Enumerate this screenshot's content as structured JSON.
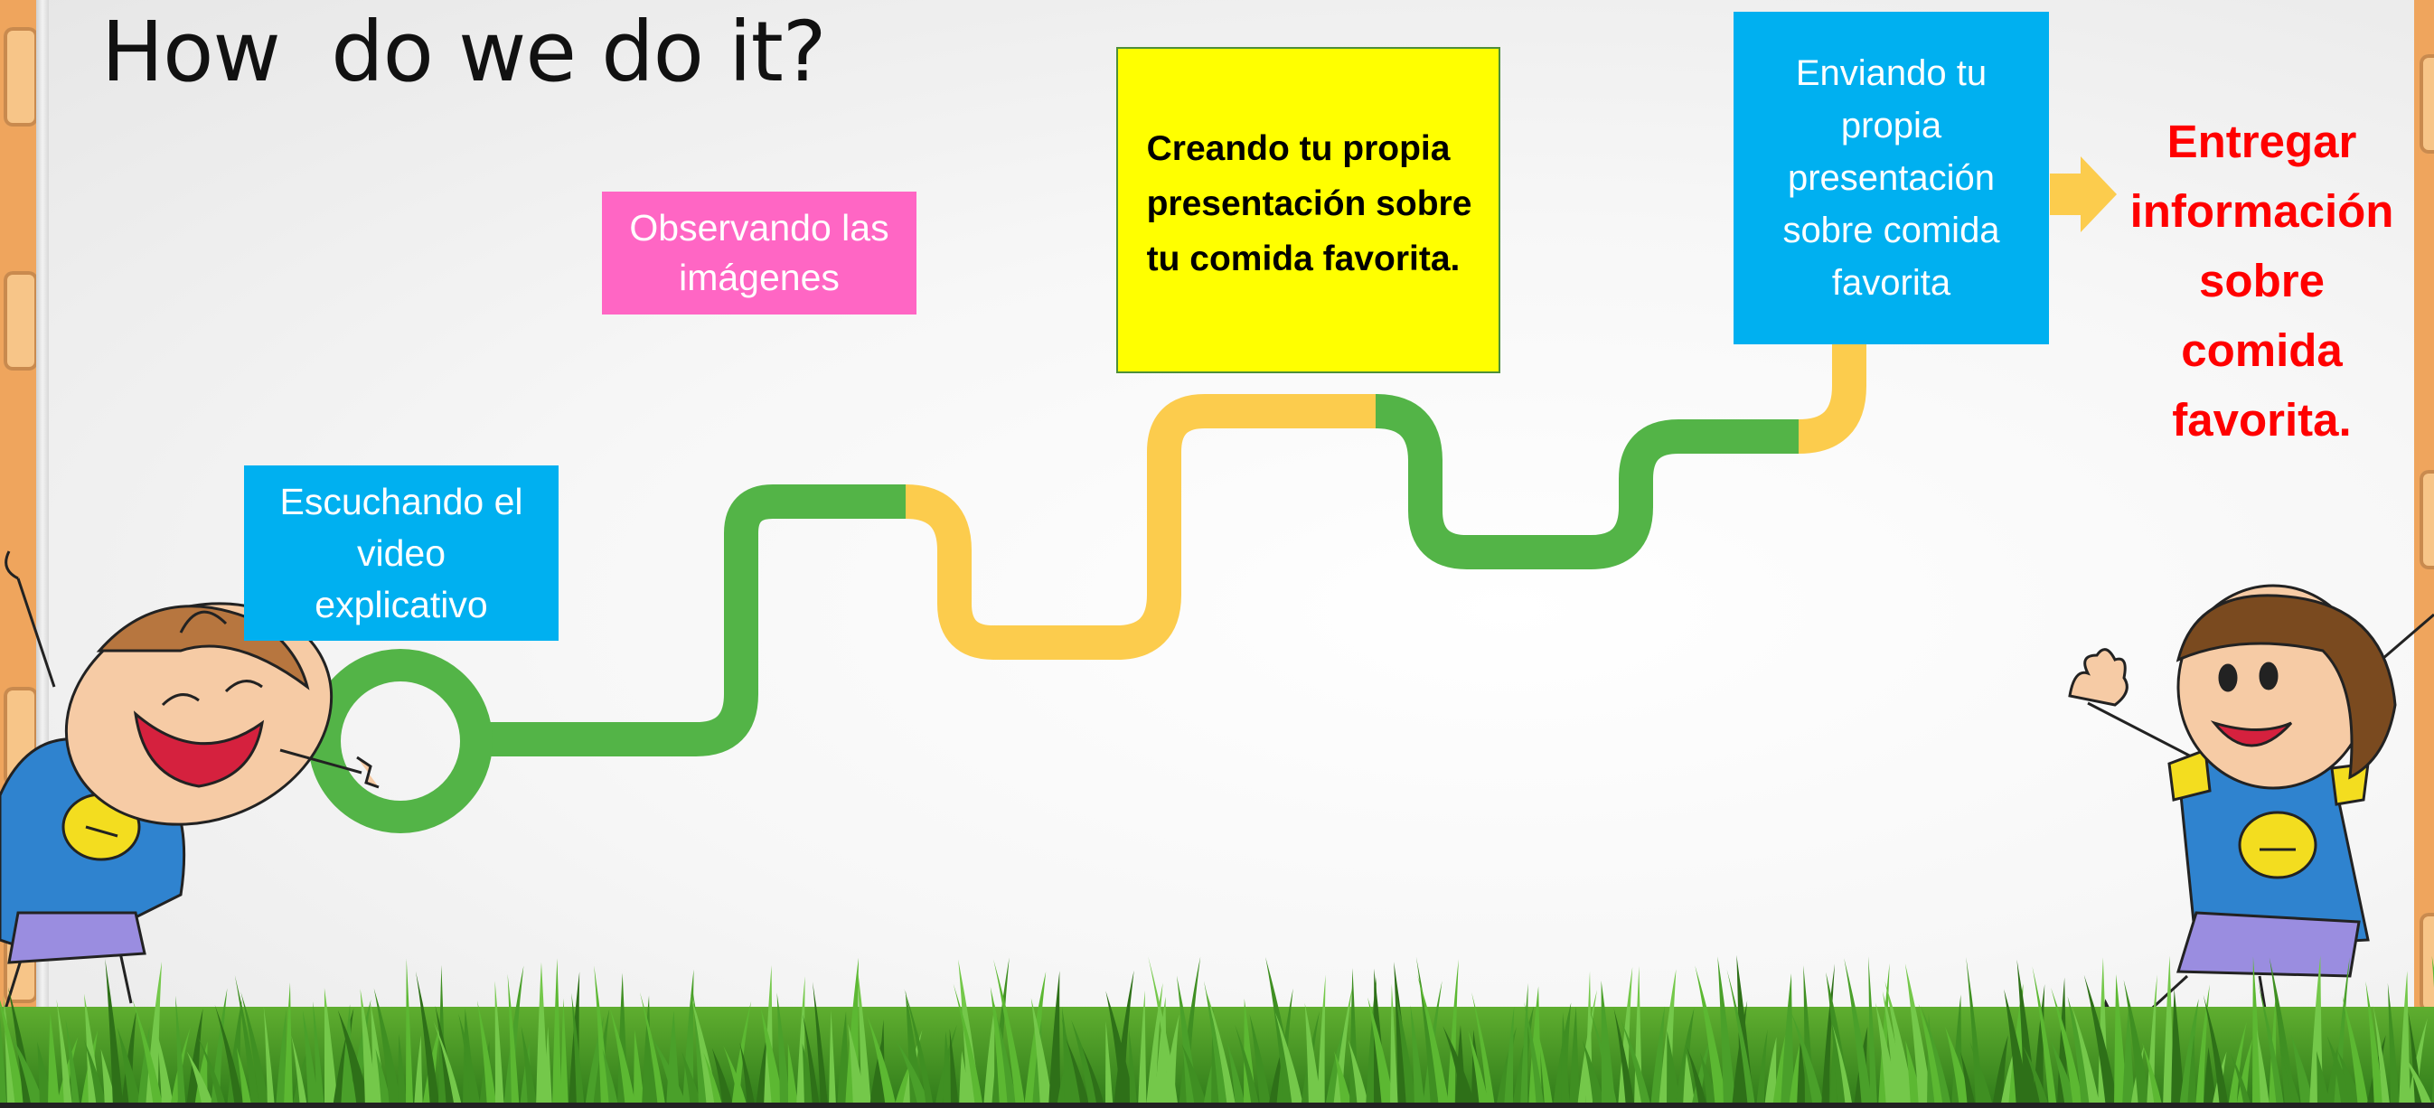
{
  "slide": {
    "title": "How  do we do it?",
    "steps": [
      {
        "lines": [
          "Escuchando el",
          "video",
          "explicativo"
        ],
        "color": "#00b0f0"
      },
      {
        "lines": [
          "Observando las",
          "imágenes"
        ],
        "color": "#ff66c4"
      },
      {
        "lines": [
          "Creando tu propia",
          "presentación sobre",
          "tu comida favorita."
        ],
        "color": "#ffff00"
      },
      {
        "lines": [
          "Enviando tu",
          "propia",
          "presentación",
          "sobre comida",
          "favorita"
        ],
        "color": "#00b0f0"
      }
    ],
    "goal": {
      "lines": [
        "Entregar",
        "información",
        "sobre",
        "comida",
        "favorita."
      ],
      "color": "#ff0000"
    },
    "path_colors": {
      "green": "#53b447",
      "yellow": "#fccc4d"
    },
    "icons": [
      "start-circle-icon",
      "right-arrow-icon",
      "boy-left-illustration",
      "boy-right-illustration",
      "grass-border"
    ]
  }
}
